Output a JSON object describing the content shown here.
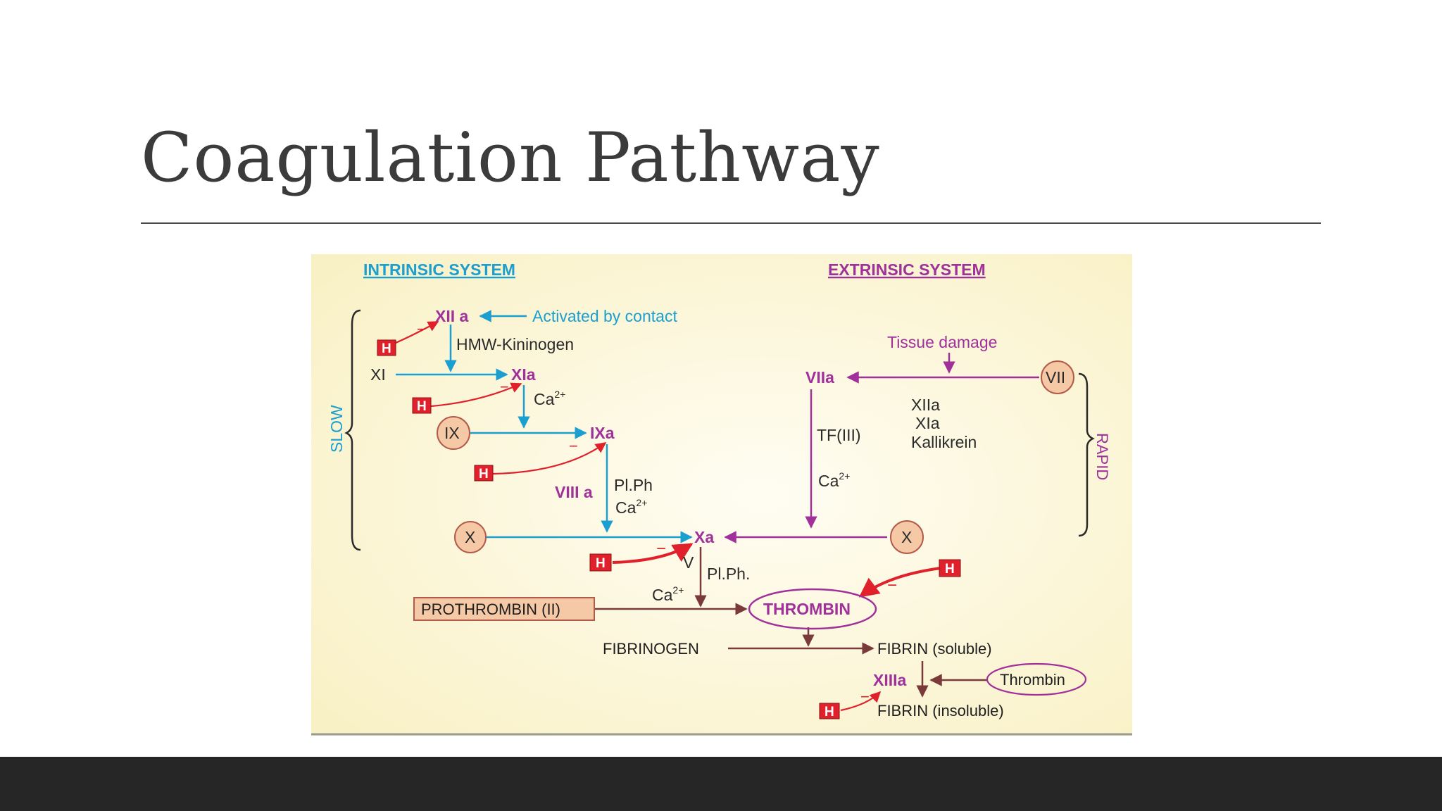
{
  "slide": {
    "title": "Coagulation Pathway"
  },
  "colors": {
    "intrinsic": "#1b9ed0",
    "extrinsic": "#a0309a",
    "factor": "#a0309a",
    "inhibitor": "#e0212b",
    "common": "#7a3a3a",
    "background": "#fbf6cf",
    "bottom_bar": "#262626"
  },
  "diagram": {
    "intrinsic_title": "INTRINSIC SYSTEM",
    "extrinsic_title": "EXTRINSIC SYSTEM",
    "slow": "SLOW",
    "rapid": "RAPID",
    "h": "H",
    "minus": "−",
    "xiia": "XII a",
    "activated_by_contact": "Activated by contact",
    "hmw_kininogen": "HMW-Kininogen",
    "xi": "XI",
    "xia": "XIa",
    "ca_1": "Ca",
    "ix": "IX",
    "ixa": "IXa",
    "viiia": "VIII a",
    "plph_1": "Pl.Ph",
    "ca_2": "Ca",
    "x_left": "X",
    "xa": "Xa",
    "tissue_damage": "Tissue damage",
    "viia": "VIIa",
    "vii": "VII",
    "xiia_list": "XIIa",
    "xia_list": "XIa",
    "kallikrein": "Kallikrein",
    "tf": "TF(III)",
    "ca_3": "Ca",
    "x_right": "X",
    "v": "V",
    "plph_2": "Pl.Ph.",
    "ca_4": "Ca",
    "prothrombin": "PROTHROMBIN (II)",
    "thrombin": "THROMBIN",
    "fibrinogen": "FIBRINOGEN",
    "fibrin_soluble": "FIBRIN (soluble)",
    "xiiia": "XIIIa",
    "thrombin_small": "Thrombin",
    "fibrin_insoluble": "FIBRIN (insoluble)",
    "sup": "2+"
  }
}
